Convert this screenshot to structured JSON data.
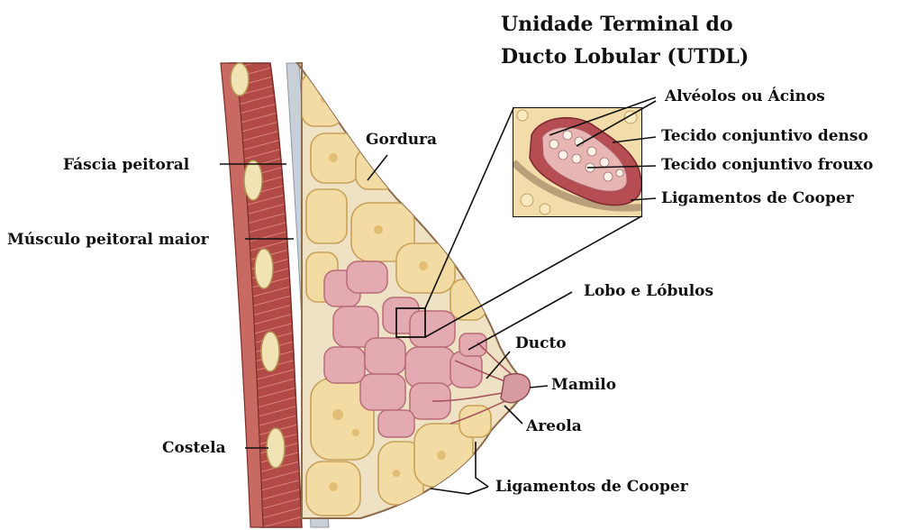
{
  "title": {
    "line1": "Unidade Terminal do",
    "line2": "Ducto Lobular (UTDL)"
  },
  "labels": {
    "alveolos": "Alvéolos ou Ácinos",
    "tecido_denso": "Tecido conjuntivo denso",
    "tecido_frouxo": "Tecido conjuntivo frouxo",
    "cooper_inset": "Ligamentos de Cooper",
    "gordura": "Gordura",
    "fascia": "Fáscia peitoral",
    "musculo": "Músculo peitoral maior",
    "lobo": "Lobo e Lóbulos",
    "ducto": "Ducto",
    "mamilo": "Mamilo",
    "areola": "Areola",
    "costela": "Costela",
    "cooper_bottom": "Ligamentos de Cooper"
  },
  "colors": {
    "muscle": "#b04a45",
    "fat": "#f3dba4",
    "lobule": "#e4aab2",
    "skin_line": "#8c6a4a",
    "fascia": "#c9cfd6"
  }
}
